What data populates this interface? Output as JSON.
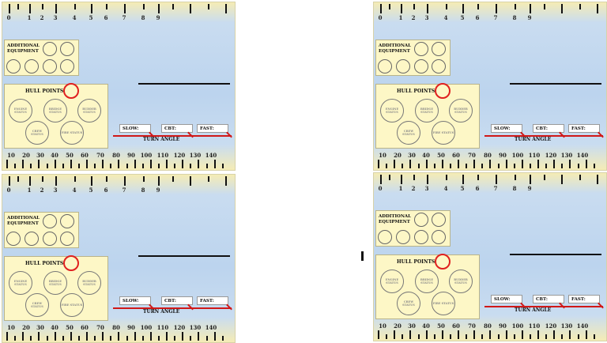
{
  "cards": [
    {
      "id": "top-left"
    },
    {
      "id": "top-right"
    },
    {
      "id": "bottom-left"
    },
    {
      "id": "bottom-right"
    }
  ],
  "ruler_top_labels": [
    "0",
    "1",
    "2",
    "3",
    "4",
    "5",
    "6",
    "7",
    "8",
    "9"
  ],
  "ruler_bottom_labels": [
    "10",
    "20",
    "30",
    "40",
    "50",
    "60",
    "70",
    "80",
    "90",
    "100",
    "110",
    "120",
    "130",
    "140"
  ],
  "equipment": {
    "title_line1": "ADDITIONAL",
    "title_line2": "EQUIPMENT"
  },
  "hull": {
    "title": "HULL POINTS:",
    "statuses": [
      "ENGINE STATUS",
      "BRIDGE STATUS",
      "RUDDER STATUS",
      "CREW STATUS",
      "FIRE STATUS"
    ]
  },
  "speeds": {
    "slow": "SLOW:",
    "cbt": "CBT:",
    "fast": "FAST:"
  },
  "turn_angle": "TURN ANGLE",
  "colors": {
    "accent_red": "#e02020",
    "panel_yellow": "#fdf7c6",
    "sea_blue": "#bcd4ee"
  }
}
